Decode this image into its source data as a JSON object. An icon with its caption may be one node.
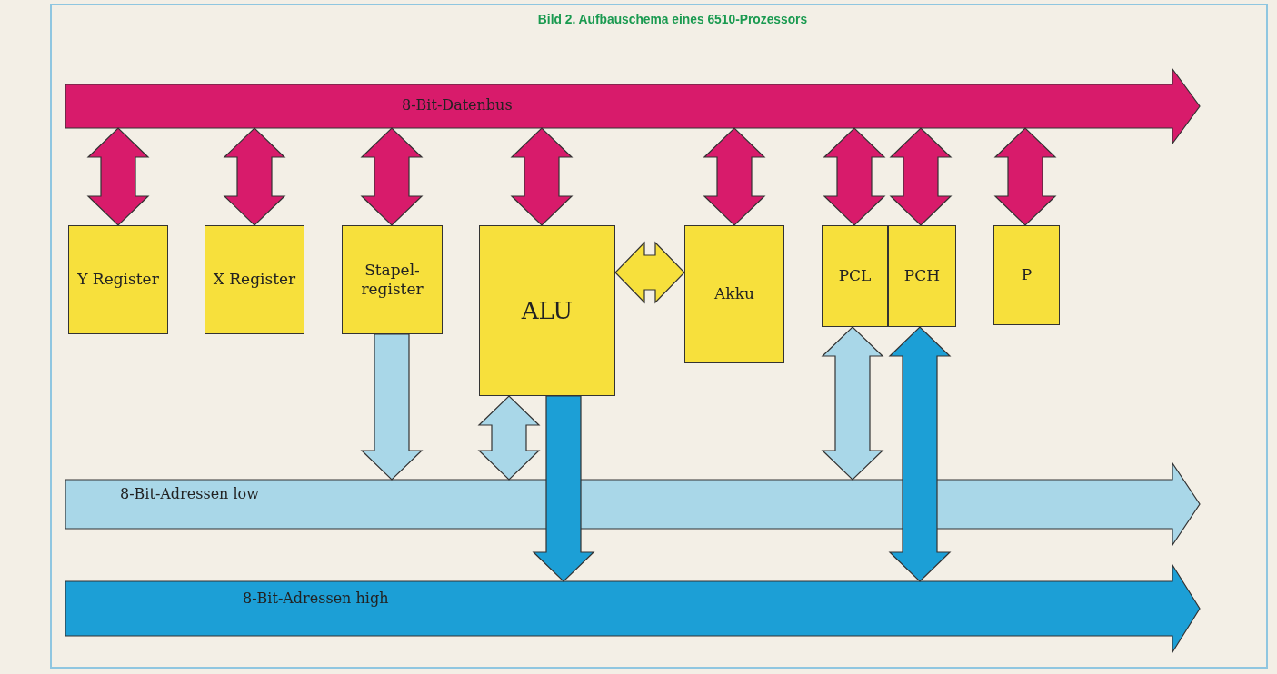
{
  "diagram": {
    "title": "Bild 2. Aufbauschema eines 6510-Prozessors",
    "nodes": [
      {
        "text": [
          "8-Bit-Datenbus"
        ]
      },
      {
        "text": [
          "Y Register"
        ]
      },
      {
        "text": [
          "X Register"
        ]
      },
      {
        "text": [
          "Stapel- register"
        ]
      },
      {
        "text": [
          "ALU"
        ]
      },
      {
        "text": [
          "Akku"
        ]
      },
      {
        "text": [
          "PCL"
        ]
      },
      {
        "text": [
          "PCH"
        ]
      },
      {
        "text": [
          "P"
        ]
      },
      {
        "text": [
          "8-Bit-Adressen low"
        ]
      },
      {
        "text": [
          "8-Bit-Adressen high"
        ]
      }
    ],
    "edges": [
      {
        "from": 1,
        "to": 0,
        "arrow": "both"
      },
      {
        "from": 2,
        "to": 0,
        "arrow": "both"
      },
      {
        "from": 3,
        "to": 0,
        "arrow": "both"
      },
      {
        "from": 4,
        "to": 0,
        "arrow": "both"
      },
      {
        "from": 5,
        "to": 0,
        "arrow": "both"
      },
      {
        "from": 6,
        "to": 0,
        "arrow": "both"
      },
      {
        "from": 7,
        "to": 0,
        "arrow": "both"
      },
      {
        "from": 8,
        "to": 0,
        "arrow": "both"
      },
      {
        "from": 4,
        "to": 5,
        "arrow": "both",
        "color": "#f7e03c"
      },
      {
        "from": 3,
        "to": 9,
        "arrow": "to",
        "color": "#a9d7e8"
      },
      {
        "from": 4,
        "to": 9,
        "arrow": "both",
        "color": "#a9d7e8"
      },
      {
        "from": 4,
        "to": 10,
        "arrow": "to",
        "color": "#1c9fd6"
      },
      {
        "from": 6,
        "to": 9,
        "arrow": "both",
        "color": "#a9d7e8"
      },
      {
        "from": 7,
        "to": 10,
        "arrow": "both",
        "color": "#1c9fd6"
      }
    ]
  }
}
